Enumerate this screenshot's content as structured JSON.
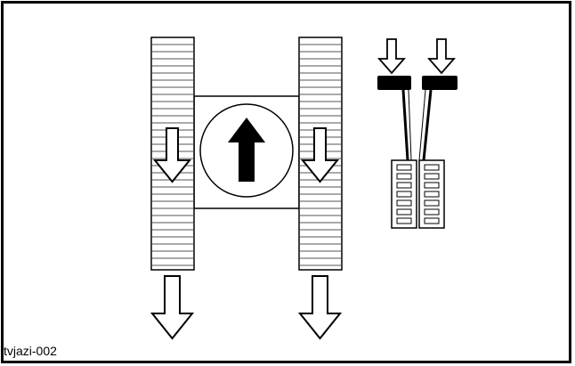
{
  "figure": {
    "caption": "tvjazi-002",
    "parts": {
      "tracks": [
        "left-track",
        "right-track"
      ],
      "forward_indicator": "up-arrow-icon",
      "push_down_arrows": [
        "track-left-down-arrow",
        "track-right-down-arrow",
        "bottom-left-down-arrow",
        "bottom-right-down-arrow",
        "lever-left-down-arrow",
        "lever-right-down-arrow"
      ],
      "levers": [
        "left-lever",
        "right-lever"
      ],
      "pedals": [
        "left-pedal",
        "right-pedal"
      ]
    },
    "colors": {
      "ink": "#000000",
      "paper": "#ffffff",
      "hatch": "#555555"
    }
  }
}
